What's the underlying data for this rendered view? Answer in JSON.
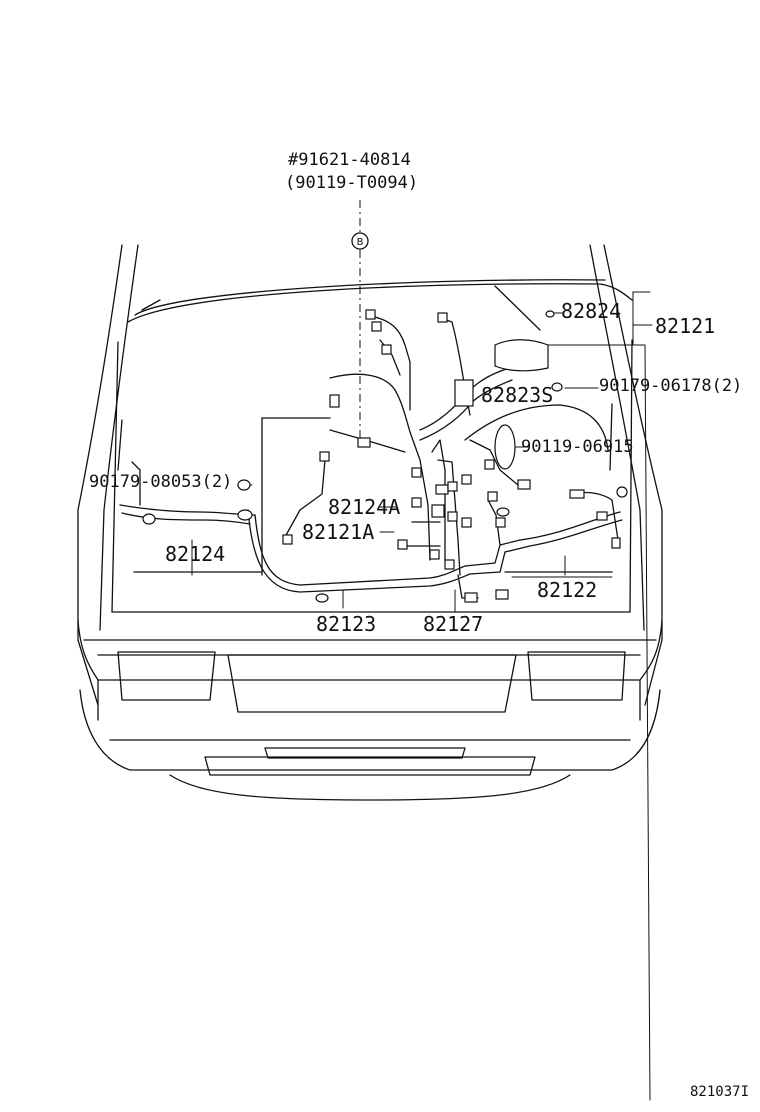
{
  "diagram": {
    "callout_top_line1": "#91621-40814",
    "callout_top_line2": "(90119-T0094)",
    "callout_marker": "B",
    "labels": {
      "p82824": "82824",
      "p82121": "82121",
      "p90179_06178": "90179-06178(2)",
      "p82823s": "82823S",
      "p90119_06915": "90119-06915",
      "p90179_08053": "90179-08053(2)",
      "p82124a": "82124A",
      "p82121a": "82121A",
      "p82124": "82124",
      "p82122": "82122",
      "p82123": "82123",
      "p82127": "82127"
    },
    "figure_id": "821037I"
  }
}
